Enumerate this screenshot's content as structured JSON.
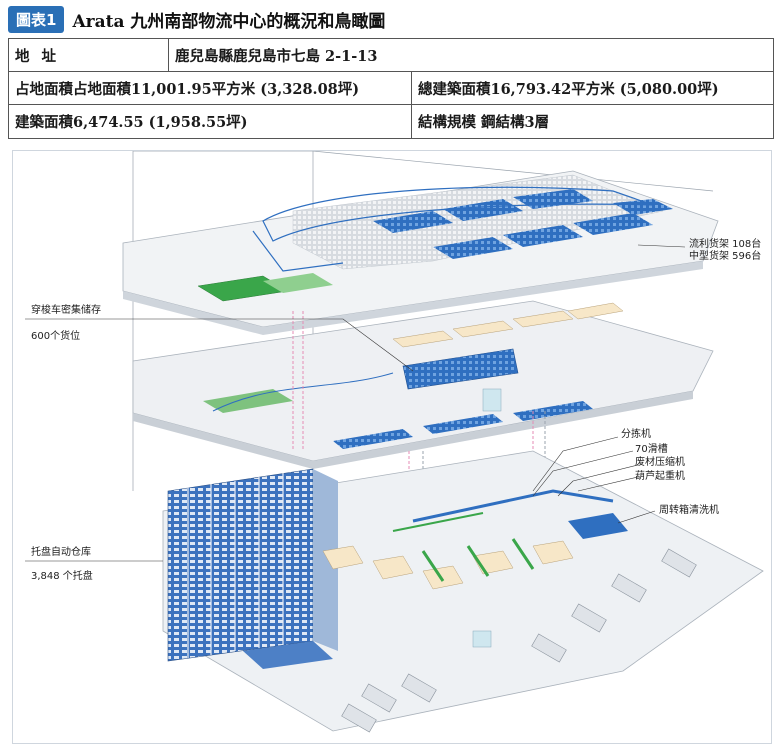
{
  "header": {
    "badge": "圖表1",
    "title": "Arata 九州南部物流中心的概況和鳥瞰圖"
  },
  "info": {
    "address_label": "地址",
    "address_value": "鹿兒島縣鹿兒島市七島 2-1-13",
    "land_area": "占地面積占地面積11,001.95平方米 (3,328.08坪)",
    "total_floor_area": "總建築面積16,793.42平方米 (5,080.00坪)",
    "building_area": "建築面積6,474.55 (1,958.55坪)",
    "structure": "結構規模 鋼結構3層"
  },
  "callouts": {
    "shelves_1": "流利货架 108台",
    "shelves_2": "中型货架 596台",
    "shuttle_1": "穿梭车密集储存",
    "shuttle_2": "600个货位",
    "sorter": "分拣机",
    "chutes": "70滑槽",
    "compactor": "废材压缩机",
    "hoist": "葫芦起重机",
    "crate_washer": "周转箱清洗机",
    "pallet_asrs_1": "托盘自动仓库",
    "pallet_asrs_2": "3,848 个托盘"
  },
  "colors": {
    "badge": "#2a6fb6",
    "rack_blue": "#2f6fc0",
    "floor_gray": "#e6e9ec",
    "green_rack": "#3aa64a"
  }
}
